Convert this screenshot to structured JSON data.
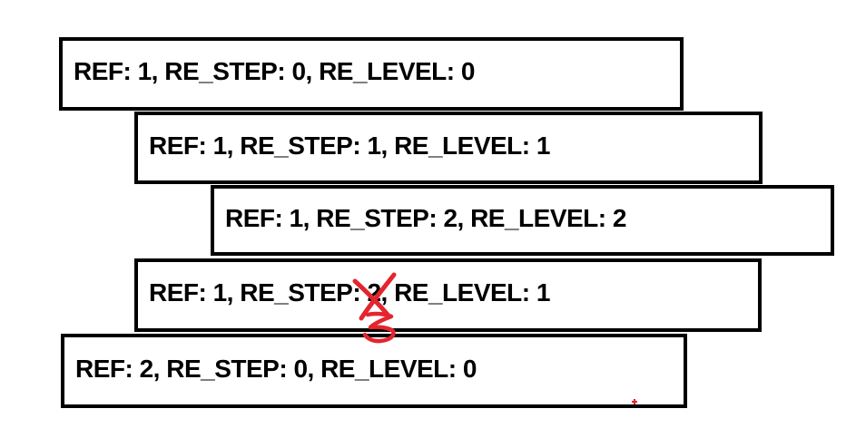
{
  "diagram": {
    "frames": [
      {
        "label": "REF: 1, RE_STEP: 0, RE_LEVEL: 0"
      },
      {
        "label": "REF: 1, RE_STEP: 1, RE_LEVEL: 1"
      },
      {
        "label": "REF: 1, RE_STEP: 2, RE_LEVEL: 2"
      },
      {
        "prefix": "REF: 1, RE_STEP: ",
        "crossed_value": "2",
        "suffix": ", RE_LEVEL: 1"
      },
      {
        "label": "REF: 2, RE_STEP: 0, RE_LEVEL: 0"
      }
    ],
    "annotations": {
      "color": "#e4252e",
      "crossed_out_value": "2",
      "handwritten_correction": "3"
    },
    "colors": {
      "border": "#000000",
      "background": "#ffffff",
      "text": "#000000"
    }
  }
}
